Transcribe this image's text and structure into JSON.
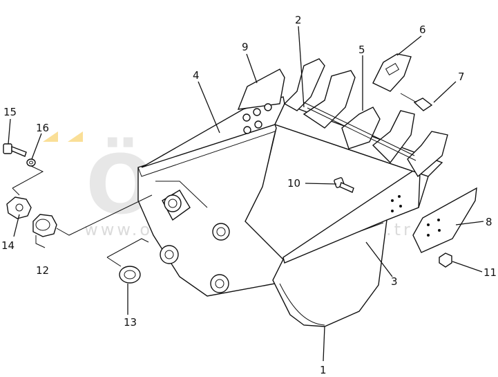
{
  "watermark": {
    "brand": "ÖRNEK",
    "url": "www.ornekismakinalari.com.tr",
    "color": "#d8d8d8",
    "accent_color": "#f5c542"
  },
  "callouts": [
    {
      "id": "1",
      "label": "1"
    },
    {
      "id": "2",
      "label": "2"
    },
    {
      "id": "3",
      "label": "3"
    },
    {
      "id": "4",
      "label": "4"
    },
    {
      "id": "5",
      "label": "5"
    },
    {
      "id": "6",
      "label": "6"
    },
    {
      "id": "7",
      "label": "7"
    },
    {
      "id": "8",
      "label": "8"
    },
    {
      "id": "9",
      "label": "9"
    },
    {
      "id": "10",
      "label": "10"
    },
    {
      "id": "11",
      "label": "11"
    },
    {
      "id": "12",
      "label": "12"
    },
    {
      "id": "13",
      "label": "13"
    },
    {
      "id": "14",
      "label": "14"
    },
    {
      "id": "15",
      "label": "15"
    },
    {
      "id": "16",
      "label": "16"
    }
  ]
}
